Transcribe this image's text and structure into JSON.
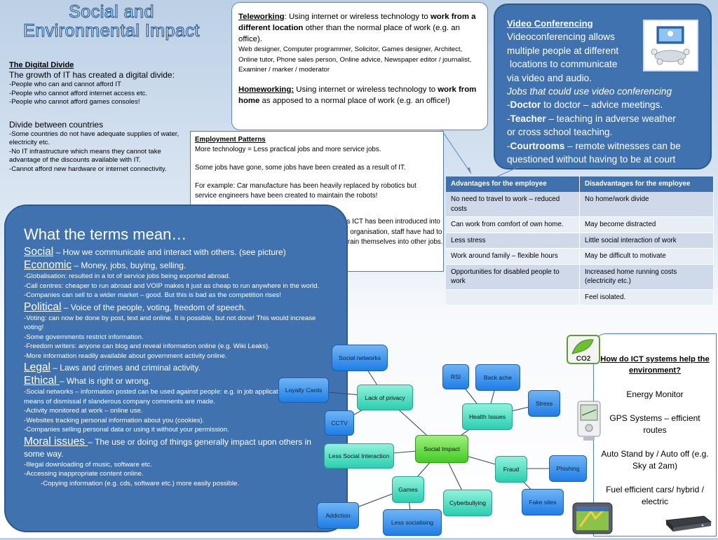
{
  "title": {
    "line1": "Social and",
    "line2": "Environmental Impact"
  },
  "digital_divide": {
    "heading": "The Digital Divide",
    "intro": "The growth of IT has created a digital divide:",
    "points": [
      "-People who can and cannot afford IT",
      "-People who cannot afford internet access etc.",
      "-People who cannot afford games consoles!"
    ],
    "countries_heading": "Divide between countries",
    "countries_points": [
      "-Some countries do not have adequate supplies of water, electricity etc.",
      "-No IT infrastructure which means they cannot take advantage of the discounts available with IT.",
      "-Cannot afford new hardware or internet connectivity."
    ]
  },
  "teleworking": {
    "term": "Teleworking",
    "def_a": ": Using internet or wireless technology to",
    "def_bold": "work from a different location",
    "def_b": " other than the normal place of work (e.g. an office).",
    "jobs": "Web designer, Computer programmer, Solicitor, Games designer, Architect, Online tutor, Phone sales person, Online advice, Newspaper editor / journalist, Examiner / marker / moderator"
  },
  "homeworking": {
    "term": "Homeworking:",
    "def_a": " Using internet or wireless technology to ",
    "def_bold": "work from home",
    "def_b": " as apposed to a normal place of work (e.g. an office!)"
  },
  "employment": {
    "heading": "Employment Patterns",
    "p1": "More technology = Less practical jobs and more service jobs.",
    "p2": "Some jobs have gone, some jobs have been created as a result of IT.",
    "p3": "For example: Car manufacture has been heavily replaced by robotics but service engineers have been created to maintain the robots!",
    "side": "As ICT has been introduced into an organisation, staff have had to retrain themselves into other jobs."
  },
  "video": {
    "heading": "Video Conferencing",
    "l1": "Videoconferencing allows",
    "l2": "multiple people at different",
    "l3": "locations to communicate",
    "l4": "via video and audio.",
    "l5": "Jobs that could use video conferencing",
    "items": [
      {
        "b": "Doctor",
        "t": " to doctor – advice meetings."
      },
      {
        "b": "Teacher",
        "t": " – teaching in adverse weather"
      },
      {
        "b": "",
        "t": "or cross school teaching."
      },
      {
        "b": "Courtrooms",
        "t": " – remote witnesses can be"
      },
      {
        "b": "",
        "t": "questioned without having to be at court"
      }
    ]
  },
  "advantages_table": {
    "headers": [
      "Advantages for the employee",
      "Disadvantages for the employee"
    ],
    "rows": [
      [
        "No need to travel to work – reduced costs",
        "No home/work divide"
      ],
      [
        "Can work from comfort of own home.",
        "May become distracted"
      ],
      [
        "Less stress",
        "Little social interaction of work"
      ],
      [
        "Work around family – flexible hours",
        "May be difficult to motivate"
      ],
      [
        "Opportunities for disabled people to work",
        "Increased home running costs (electricity etc.)"
      ],
      [
        "",
        "Feel isolated."
      ]
    ]
  },
  "terms": {
    "title": "What the terms mean…",
    "social": {
      "term": "Social",
      "def": " – How we communicate and interact with others. (see picture)"
    },
    "economic": {
      "term": "Economic",
      "def": " – Money, jobs, buying, selling.",
      "points": [
        "-Globalisation: resulted in a lot of service jobs being exported abroad.",
        "-Call centres: cheaper to run abroad and VOIP makes it just as cheap to run anywhere in the world.",
        "-Companies can sell to a wider market – good. But this is bad as the competition rises!"
      ]
    },
    "political": {
      "term": "Political",
      "def": " – Voice of the people, voting, freedom of speech.",
      "points": [
        "-Voting: can now be done by post, text and online. It is possible, but not done! This would increase voting!",
        "-Some governments restrict information.",
        "-Freedom writers: anyone can blog and reveal information online (e.g. Wiki Leaks).",
        "-More information readily available about government activity online."
      ]
    },
    "legal": {
      "term": "Legal",
      "def": " – Laws and crimes and criminal activity."
    },
    "ethical": {
      "term": "Ethical ",
      "def": "– What is right or wrong.",
      "points": [
        "-Social networks – information posted can be used against people: e.g. in job applications or as a means of dismissal if slanderous company comments are made.",
        "-Activity monitored at work – online use.",
        "-Websites tracking personal information about you (cookies).",
        "-Companies selling personal data or using it without your permission."
      ]
    },
    "moral": {
      "term": "Moral issues ",
      "def": "– The use or doing of things generally impact upon others in some way.",
      "points": [
        "-Illegal downloading of music, software etc.",
        "-Accessing inappropriate content online."
      ],
      "last": "-Copying information (e.g. cds, software etc.) more easily possible."
    }
  },
  "mindmap": {
    "center": "Social Impact",
    "nodes": {
      "social_networks": "Social networks",
      "lack_of_privacy": "Lack of privacy",
      "loyalty_cards": "Loyalty Cards",
      "cctv": "CCTV",
      "less_social_interaction": "Less Social Interaction",
      "rsi": "RSI",
      "back_ache": "Back ache",
      "stress": "Stress",
      "health_issues": "Health Issues",
      "fraud": "Fraud",
      "phishing": "Phishing",
      "fake_sites": "Fake sites",
      "games": "Games",
      "addiction": "Addiction",
      "less_socialising": "Less socialising",
      "cyberbullying": "Cyberbullying"
    }
  },
  "ict_env": {
    "heading": "How do ICT systems help the environment?",
    "items": [
      "Energy Monitor",
      "GPS Systems – efficient routes",
      "Auto Stand by / Auto off (e.g. Sky at 2am)",
      "Fuel efficient cars/ hybrid / electric"
    ],
    "co2_label": "CO2"
  },
  "colors": {
    "panel_blue": "#3f72ae",
    "table_header": "#4071ad",
    "node_blue": "#1f7ee6",
    "node_teal": "#29cfb0",
    "node_green": "#44cc24"
  }
}
